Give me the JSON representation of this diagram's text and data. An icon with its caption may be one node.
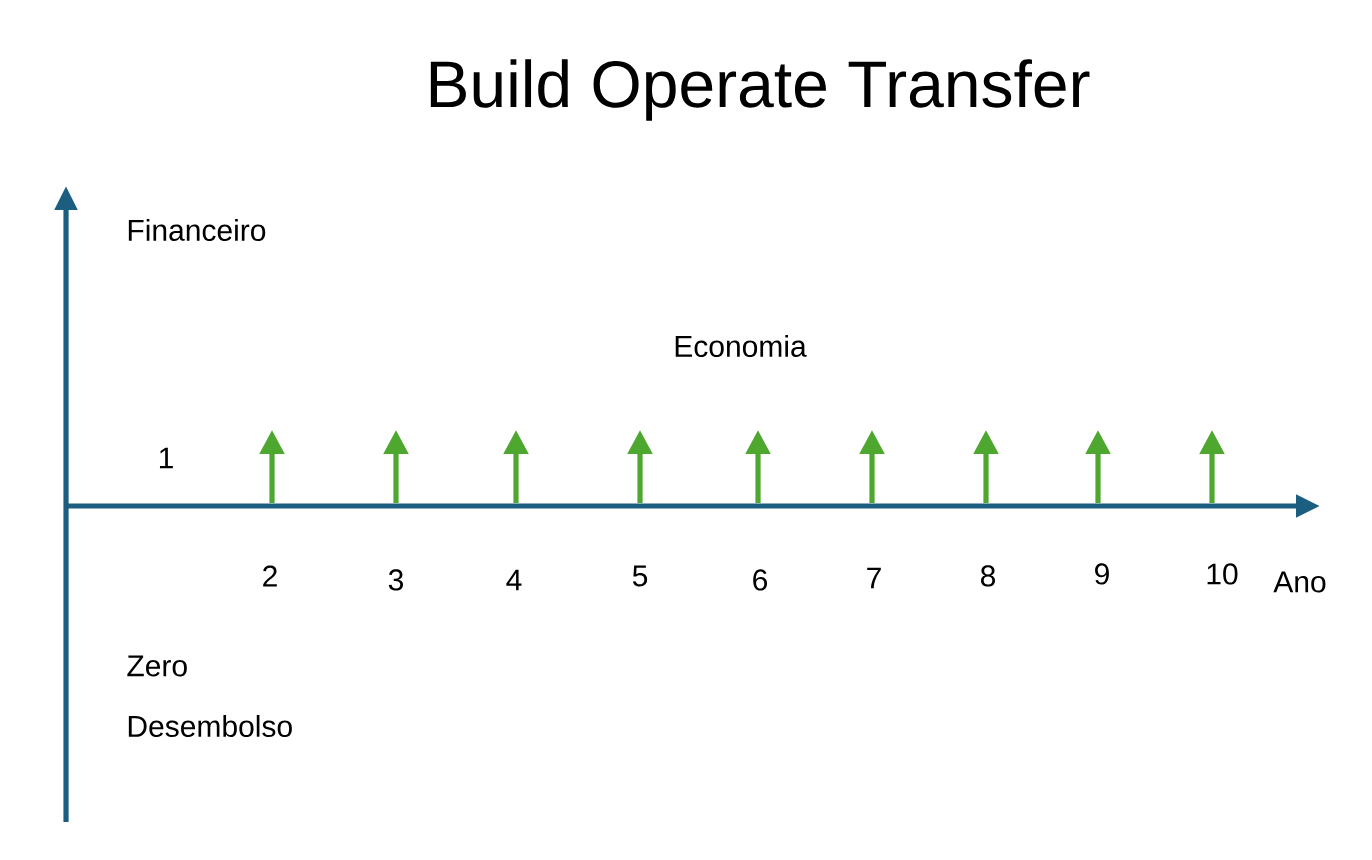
{
  "diagram": {
    "title": "Build Operate Transfer",
    "labels": [
      "Financeiro",
      "Economia",
      "1",
      "2",
      "3",
      "4",
      "5",
      "6",
      "7",
      "8",
      "9",
      "10",
      "Ano",
      "Zero",
      "Desembolso"
    ]
  }
}
